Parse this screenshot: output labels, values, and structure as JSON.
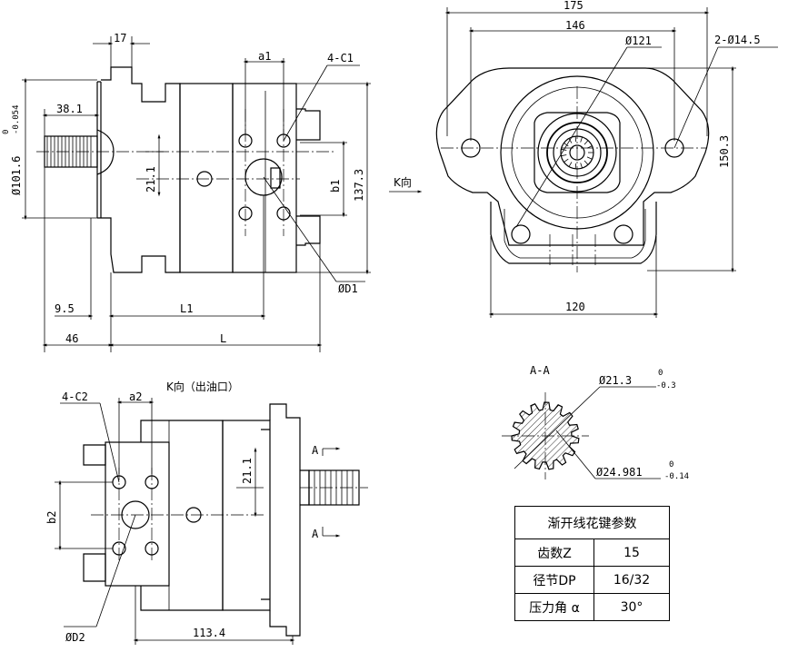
{
  "dims": {
    "d175": "175",
    "d146": "146",
    "d121": "Ø121",
    "holes": "2-Ø14.5",
    "d150_3": "150.3",
    "d120": "120",
    "k_dir": "K向",
    "d17": "17",
    "a1": "a1",
    "c1": "4-C1",
    "d38_1": "38.1",
    "d101": "Ø101.6",
    "d101_up": "0",
    "d101_lo": "-0.054",
    "d21_1": "21.1",
    "b1": "b1",
    "d137_3": "137.3",
    "D1": "ØD1",
    "d9_5": "9.5",
    "L1": "L1",
    "d46": "46",
    "L": "L",
    "k_view": "K向（出油口）",
    "c2": "4-C2",
    "a2": "a2",
    "d21_1b": "21.1",
    "b2": "b2",
    "D2": "ØD2",
    "d113_4": "113.4",
    "sec_A": "A",
    "section": "A-A",
    "d21_3": "Ø21.3",
    "d21_3_up": "0",
    "d21_3_lo": "-0.3",
    "d24_981": "Ø24.981",
    "d24_up": "0",
    "d24_lo": "-0.14"
  },
  "spline_table": {
    "title": "渐开线花键参数",
    "rows": [
      {
        "label": "齿数Z",
        "value": "15"
      },
      {
        "label": "径节DP",
        "value": "16/32"
      },
      {
        "label": "压力角 α",
        "value": "30°"
      }
    ]
  }
}
